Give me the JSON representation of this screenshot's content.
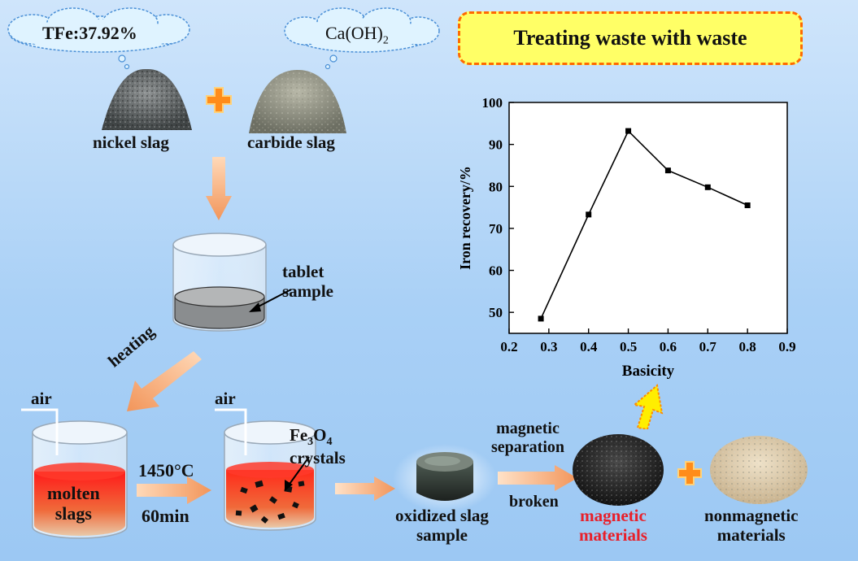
{
  "clouds": {
    "left": {
      "text": "TFe:37.92%"
    },
    "right": {
      "base": "Ca(OH)",
      "sub": "2"
    }
  },
  "title": "Treating waste with waste",
  "materials": {
    "nickel_slag": "nickel slag",
    "carbide_slag": "carbide slag",
    "tablet_line1": "tablet",
    "tablet_line2": "sample",
    "heating": "heating",
    "air_left": "air",
    "air_right": "air",
    "molten_line1": "molten",
    "molten_line2": "slags",
    "temp": "1450°C",
    "time": "60min",
    "fe3o4": {
      "a": "Fe",
      "b": "3",
      "c": "O",
      "d": "4"
    },
    "crystals": "crystals",
    "oxidized_line1": "oxidized slag",
    "oxidized_line2": "sample",
    "magsep_line1": "magnetic",
    "magsep_line2": "separation",
    "broken": "broken",
    "magnetic_line1": "magnetic",
    "magnetic_line2": "materials",
    "nonmagnetic_line1": "nonmagnetic",
    "nonmagnetic_line2": "materials"
  },
  "colors": {
    "arrow": "#f2a06a",
    "plus": "#ff8c1a",
    "title_fill": "#ffff66",
    "title_border": "#ff6a00",
    "highlight_text": "#e8202a",
    "yellow_arrow": "#ffee00"
  },
  "chart_data": {
    "type": "line",
    "xlabel": "Basicity",
    "ylabel": "Iron recovery/%",
    "xlim": [
      0.2,
      0.9
    ],
    "ylim": [
      45,
      100
    ],
    "xticks": [
      "0.2",
      "0.3",
      "0.4",
      "0.5",
      "0.6",
      "0.7",
      "0.8",
      "0.9"
    ],
    "yticks": [
      "50",
      "60",
      "70",
      "80",
      "90",
      "100"
    ],
    "x": [
      0.28,
      0.4,
      0.5,
      0.6,
      0.7,
      0.8
    ],
    "y": [
      48.5,
      73.3,
      93.2,
      83.8,
      79.8,
      75.5
    ],
    "grid": false,
    "marker": "square"
  }
}
